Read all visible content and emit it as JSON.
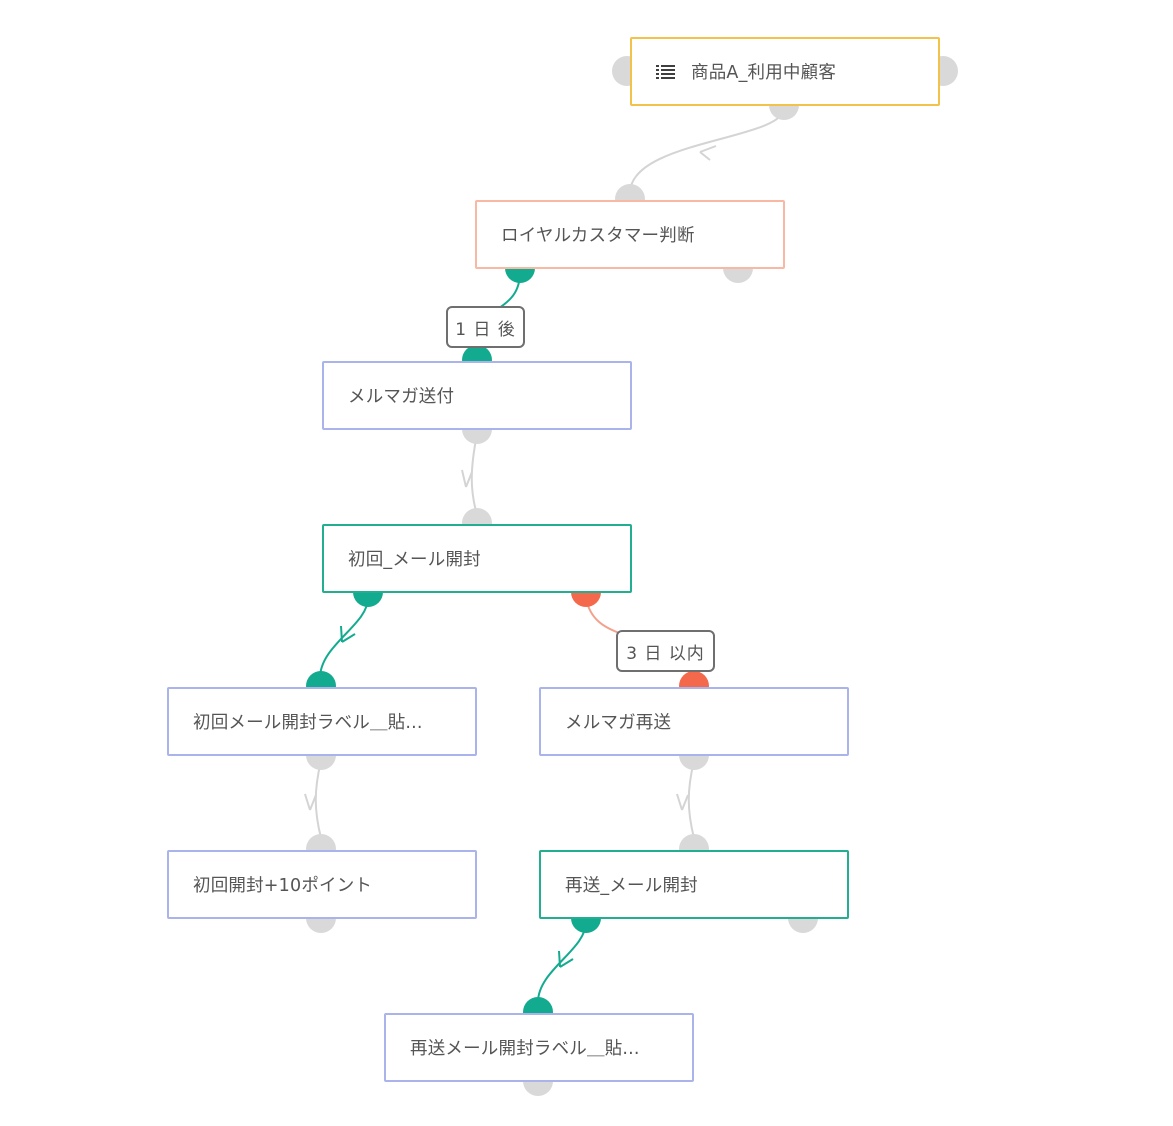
{
  "nodes": {
    "source": {
      "label": "商品A_利用中顧客",
      "icon": "list-icon"
    },
    "judge": {
      "label": "ロイヤルカスタマー判断"
    },
    "send": {
      "label": "メルマガ送付"
    },
    "first_open": {
      "label": "初回_メール開封"
    },
    "first_label": {
      "label": "初回メール開封ラベル＿貼..."
    },
    "resend": {
      "label": "メルマガ再送"
    },
    "points": {
      "label": "初回開封+10ポイント"
    },
    "resend_open": {
      "label": "再送_メール開封"
    },
    "resend_label": {
      "label": "再送メール開封ラベル＿貼..."
    }
  },
  "badges": {
    "delay": "1 日 後",
    "within": "3 日 以内"
  },
  "colors": {
    "source_border": "#f2c24a",
    "judge_border": "#f8b8a4",
    "action_border": "#aab3ea",
    "open_border": "#23ad91",
    "port_default": "#d9d9d9",
    "port_yes": "#13ab8f",
    "port_no": "#f4694c",
    "edge_default": "#d4d4d4"
  }
}
